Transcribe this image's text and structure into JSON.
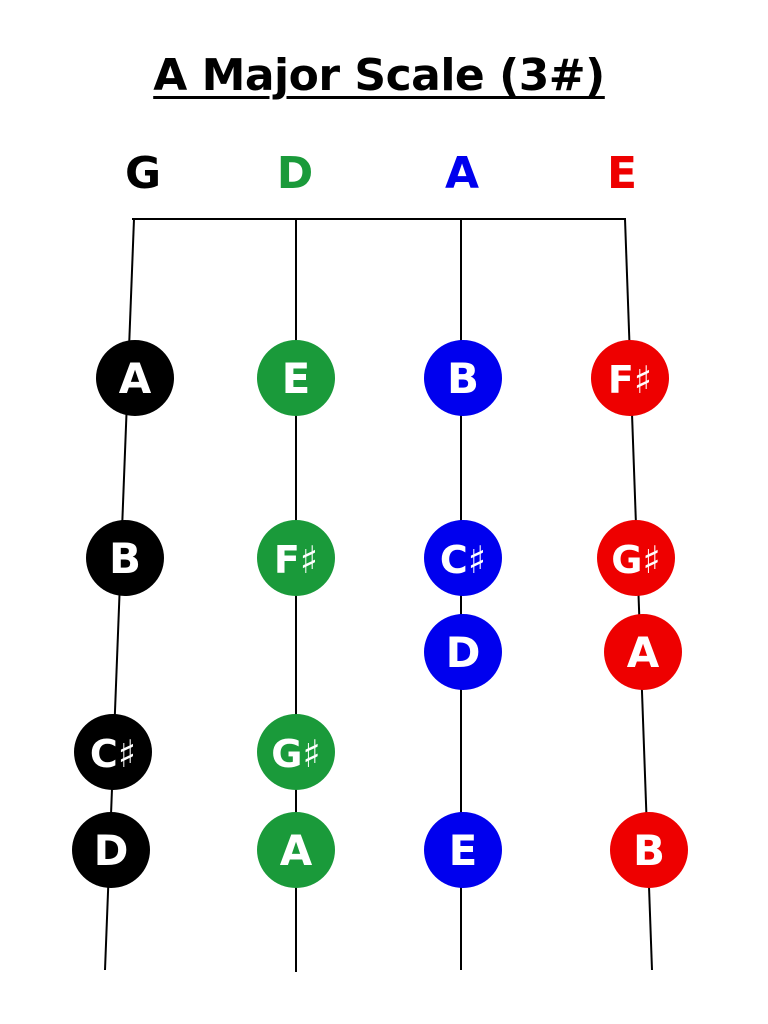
{
  "title": "A Major Scale (3#)",
  "strings": [
    {
      "name": "G",
      "color": "#000000",
      "notes": [
        "A",
        "B",
        "C♯",
        "D"
      ]
    },
    {
      "name": "D",
      "color": "#1a9a3a",
      "notes": [
        "E",
        "F♯",
        "G♯",
        "A"
      ]
    },
    {
      "name": "A",
      "color": "#0000ee",
      "notes": [
        "B",
        "C♯",
        "D",
        "E"
      ]
    },
    {
      "name": "E",
      "color": "#ee0000",
      "notes": [
        "F♯",
        "G♯",
        "A",
        "B"
      ]
    }
  ]
}
